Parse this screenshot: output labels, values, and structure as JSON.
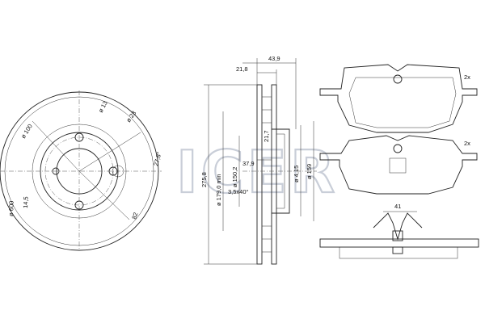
{
  "watermark": {
    "text": "ICER",
    "color": "#c9ced8"
  },
  "disc_front": {
    "labels": {
      "d13": "ø 13",
      "d23": "ø 23",
      "d100": "ø 100",
      "d600": "ø 600",
      "d145": "14,5",
      "a27": "27,8°",
      "d82": "82"
    }
  },
  "disc_section": {
    "labels": {
      "d439": "43,9",
      "d218": "21,8",
      "d2758": "275,8",
      "d1790": "ø 179,0 min",
      "d1502": "ø 150,2",
      "d379": "37,9",
      "d35": "3,5x40°",
      "d2415": "ø 4,15",
      "d159": "ø 159",
      "d217": "21,7"
    }
  },
  "pads": {
    "top_qty": "2x",
    "bottom_qty": "2x",
    "clip_width": "41"
  }
}
